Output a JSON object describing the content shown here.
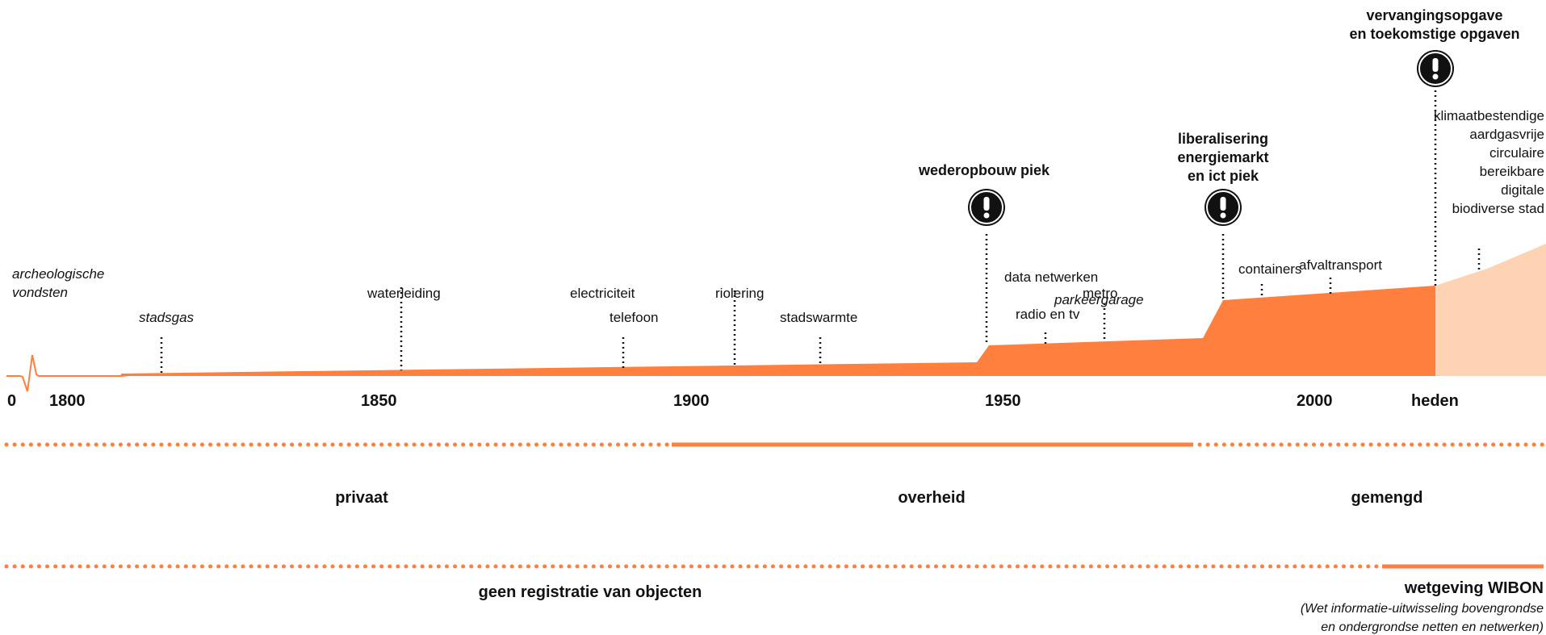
{
  "colors": {
    "orange": "#FF7F3F",
    "light_orange": "#FDD3B4",
    "text": "#111111",
    "icon": "#111111"
  },
  "axis": {
    "zero": "0",
    "y1800": "1800",
    "y1850": "1850",
    "y1900": "1900",
    "y1950": "1950",
    "y2000": "2000",
    "heden": "heden"
  },
  "events": {
    "archeo_1": "archeologische",
    "archeo_2": "vondsten",
    "stadsgas": "stadsgas",
    "waterleiding": "waterleiding",
    "electriciteit": "electriciteit",
    "telefoon": "telefoon",
    "riolering": "riolering",
    "stadswarmte": "stadswarmte",
    "data_netwerken": "data netwerken",
    "parkeergarage": "parkeergarage",
    "metro": "metro",
    "radio_tv": "radio en tv",
    "containers": "containers",
    "afvaltransport": "afvaltransport"
  },
  "peaks": {
    "wederopbouw": "wederopbouw piek",
    "lib_1": "liberalisering",
    "lib_2": "energiemarkt",
    "lib_3": "en ict piek",
    "verv_1": "vervangingsopgave",
    "verv_2": "en toekomstige opgaven"
  },
  "future": [
    "klimaatbestendige",
    "aardgasvrije",
    "circulaire",
    "bereikbare",
    "digitale",
    "biodiverse stad"
  ],
  "governance": {
    "privaat": "privaat",
    "overheid": "overheid",
    "gemengd": "gemengd"
  },
  "registration": {
    "geen": "geen registratie van objecten",
    "wetgeving": "wetgeving WIBON",
    "sub_1": "(Wet informatie-uitwisseling bovengrondse",
    "sub_2": "en ondergrondse netten en netwerken)"
  },
  "icons": [
    "exclamation-icon",
    "exclamation-icon",
    "exclamation-icon"
  ]
}
